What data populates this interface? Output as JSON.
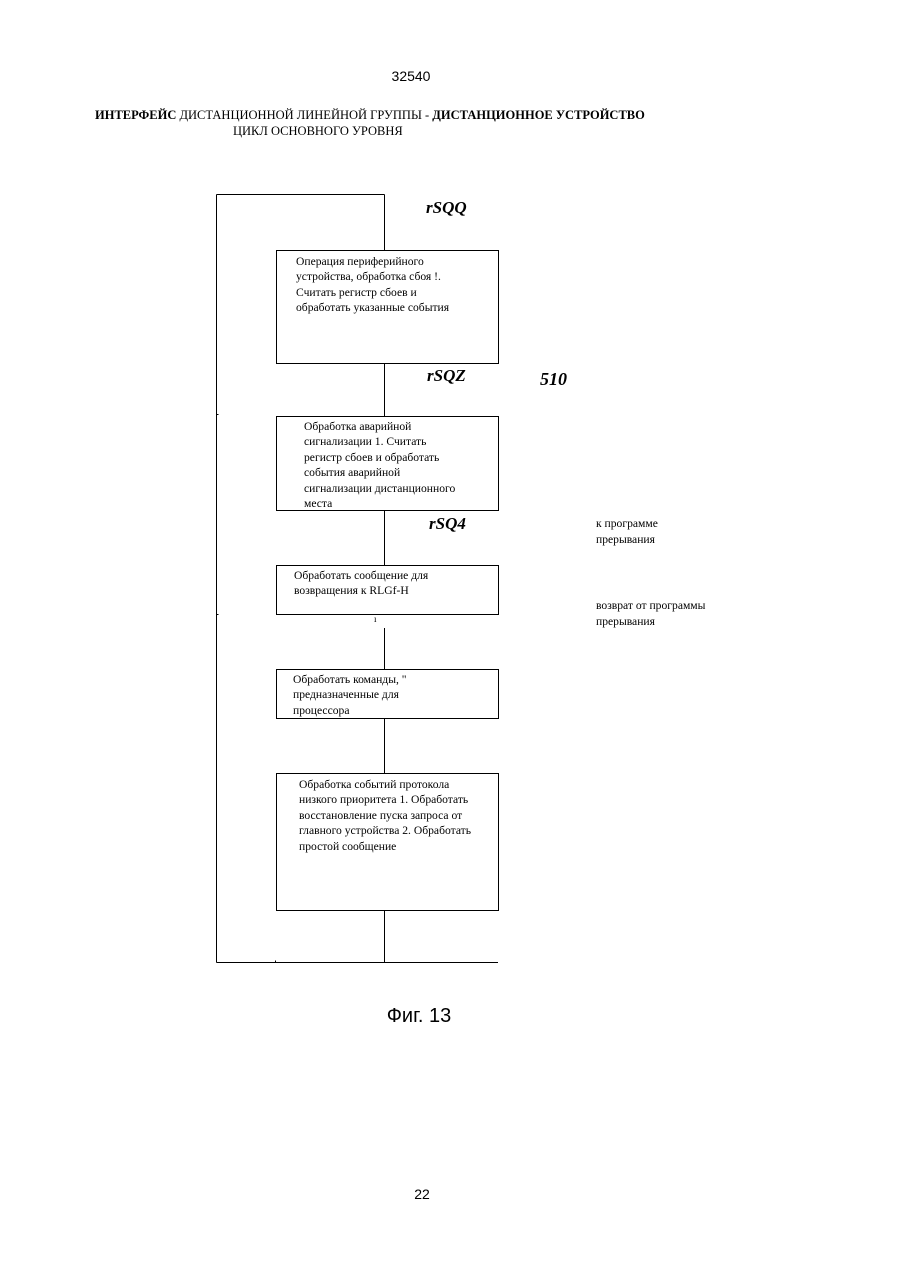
{
  "header": {
    "doc_number": "32540",
    "title_bold_1": "ИНТЕРФЕЙС",
    "title_regular": " ДИСТАНЦИОННОЙ ЛИНЕЙНОЙ ГРУППЫ - ",
    "title_bold_2": "ДИСТАНЦИОННОЕ УСТРОЙСТВО",
    "title_line2": "ЦИКЛ ОСНОВНОГО УРОВНЯ"
  },
  "diagram": {
    "reference_number": "510",
    "step_labels": [
      "rSQQ",
      "rSQZ",
      "rSQ4"
    ],
    "boxes": [
      "Операция периферийного устройства, обработка сбоя !. Считать регистр сбоев и обработать указанные события",
      "Обработка аварийной сигнализации 1. Считать регистр сбоев и обработать события аварийной сигнализации дистанционного места",
      "Обработать сообщение для возвращения к RLGf-H",
      "Обработать команды, \" предназначенные для процессора",
      "Обработка событий протокола низкого приоритета 1. Обработать восстановление пуска запроса от главного устройства 2. Обработать простой сообщение"
    ],
    "side_notes": [
      "к программе прерывания",
      "возврат от программы прерывания"
    ],
    "tick_mark": "ı"
  },
  "footer": {
    "caption": "Фиг. 13",
    "page_number": "22"
  }
}
